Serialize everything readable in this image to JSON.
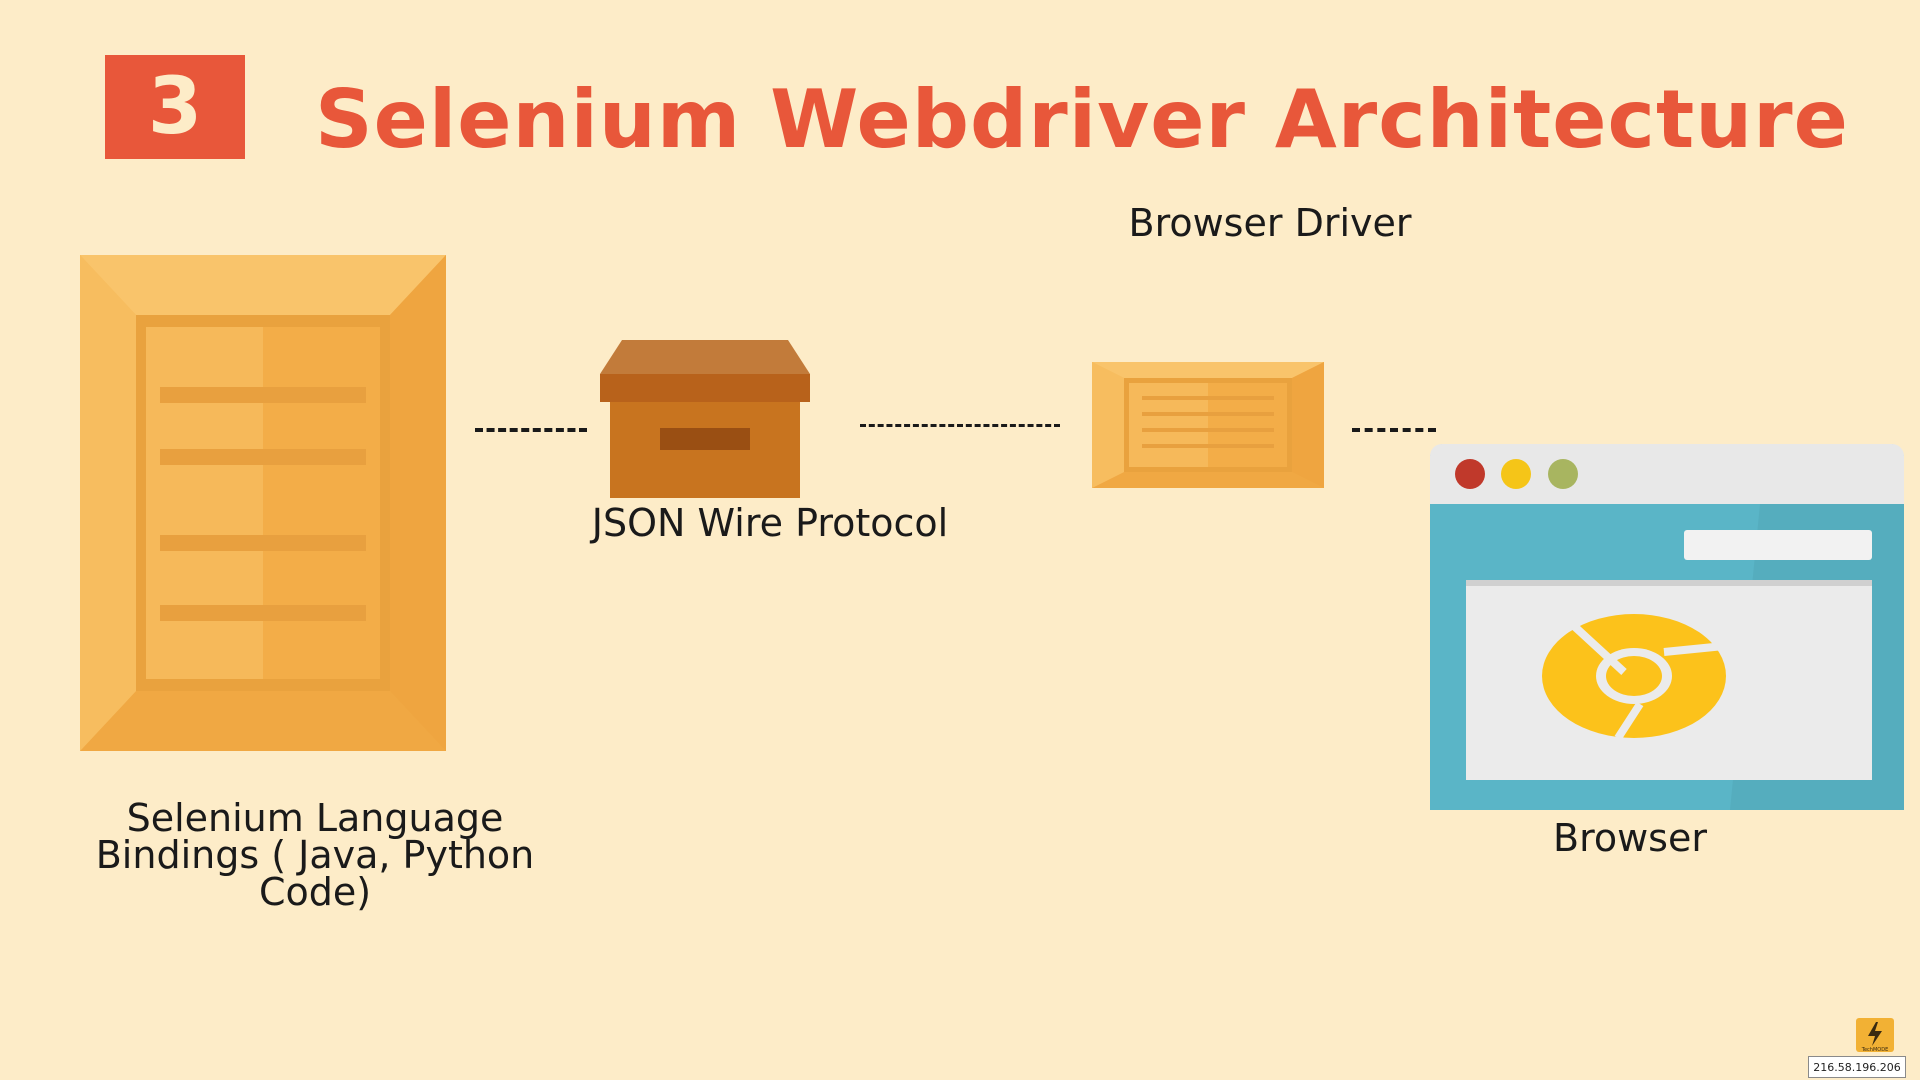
{
  "header": {
    "step_number": "3",
    "title": "Selenium Webdriver Architecture"
  },
  "diagram": {
    "bindings_label": "Selenium Language Bindings ( Java, Python Code)",
    "protocol_label": "JSON Wire Protocol",
    "driver_label": "Browser Driver",
    "browser_label": "Browser"
  },
  "overlay": {
    "ip_text": "216.58.196.206",
    "logo_text": "TechMODE"
  },
  "colors": {
    "background": "#fdecc8",
    "accent": "#e8573a",
    "crate": "#f6b95a",
    "box": "#c8741f",
    "browser_frame": "#5ab5c7",
    "chrome_logo": "#fcc21b"
  }
}
